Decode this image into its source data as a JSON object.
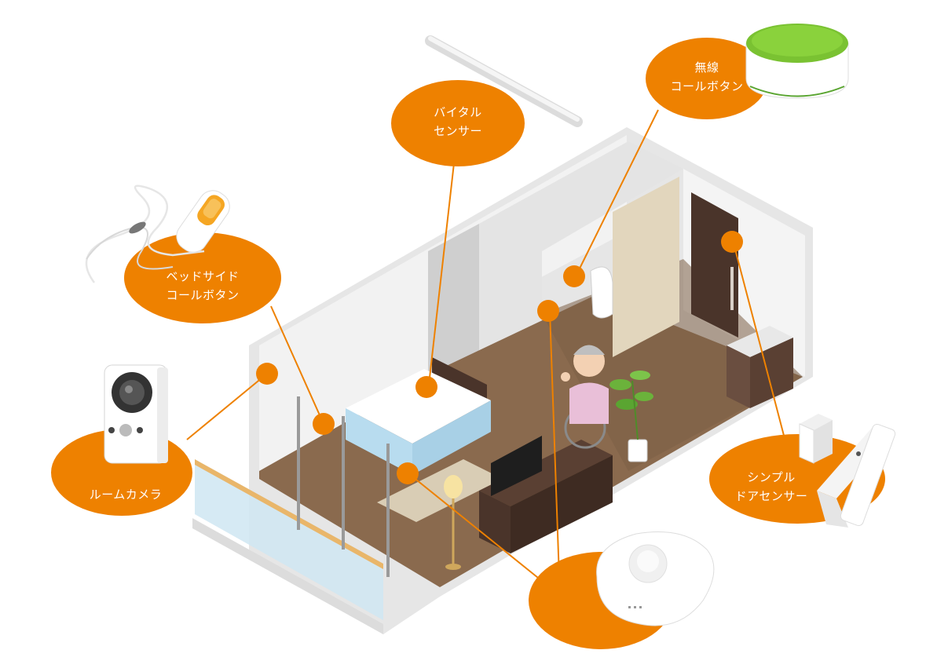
{
  "labels": {
    "vital_sensor": [
      "バイタル",
      "センサー"
    ],
    "wireless_call_button": [
      "無線",
      "コールボタン"
    ],
    "bedside_call_button": [
      "ベッドサイド",
      "コールボタン"
    ],
    "room_camera": [
      "ルームカメラ"
    ],
    "simple_door_sensor": [
      "シンプル",
      "ドアセンサー"
    ]
  },
  "colors": {
    "accent": "#EE8100",
    "wall": "#D9D9D9",
    "floor": "#8A6A4E",
    "door": "#4A342A",
    "glass": "#CFE6F2"
  },
  "icons": [
    "vital-sensor-bar-icon",
    "wireless-call-button-icon",
    "bedside-call-button-icon",
    "room-camera-icon",
    "door-sensor-icon",
    "motion-sensor-icon",
    "resident-figure-icon",
    "plant-icon"
  ]
}
